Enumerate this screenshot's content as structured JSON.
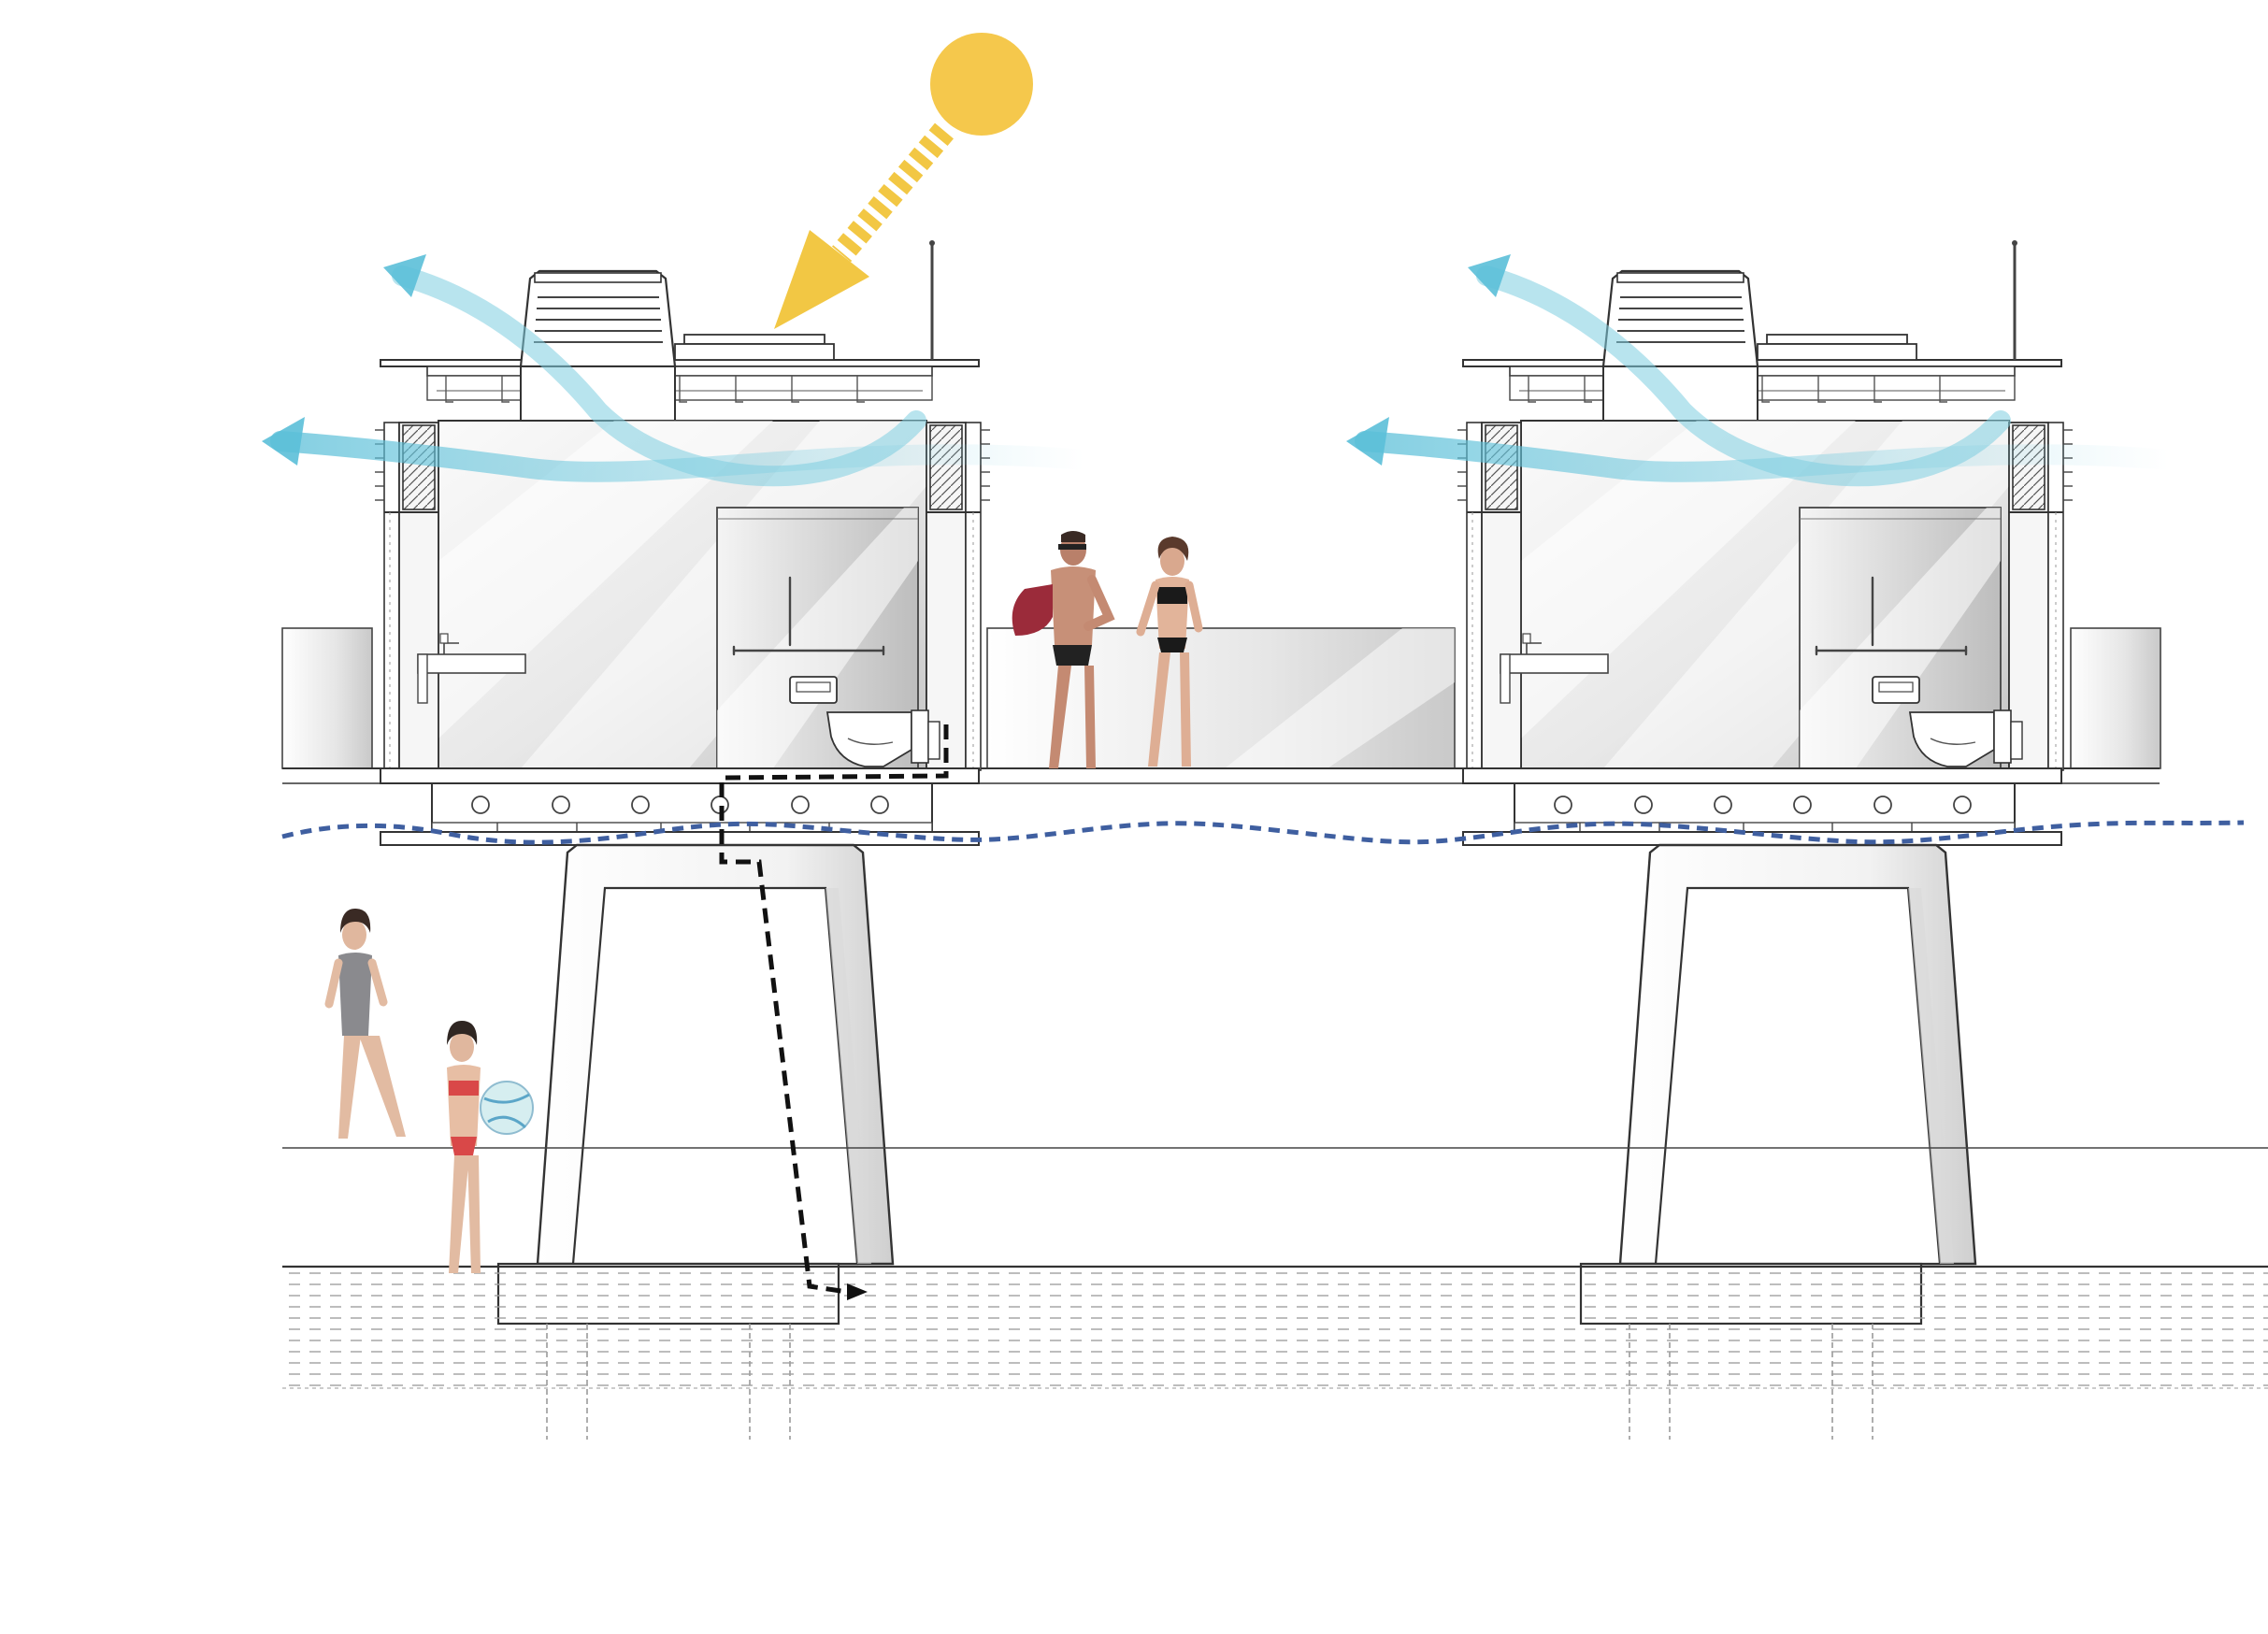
{
  "diagram": {
    "kind": "architectural-section",
    "text_labels": [],
    "colors": {
      "background": "#ffffff",
      "linework": "#333333",
      "sun": "#f5c84c",
      "sun_ray": "#f2c744",
      "airflow": "#5bbfd8",
      "water_level": "#3f5fa0",
      "drain_path": "#111111",
      "glazing_light": "#f2f2f2",
      "glazing_dark": "#b8b8b8",
      "ground_hatch": "#9a9a9a"
    },
    "elements": {
      "pavilions": [
        "left-pavilion",
        "right-pavilion"
      ],
      "fixtures_per_pavilion": [
        "washbasin",
        "grab-bar",
        "flush-plate",
        "toilet"
      ],
      "structure": [
        "roof-ventilator",
        "skylight",
        "louvred-vents",
        "floor-deck",
        "pier-column",
        "pile-cap",
        "piles"
      ],
      "environment": [
        "sun",
        "sunlight-ray",
        "airflow-arrows",
        "water-level-wave",
        "drainage-path",
        "seabed-soil"
      ],
      "figures": [
        "man-with-towel",
        "woman-black-bikini",
        "woman-grey-swimsuit",
        "woman-with-beach-ball"
      ]
    }
  }
}
